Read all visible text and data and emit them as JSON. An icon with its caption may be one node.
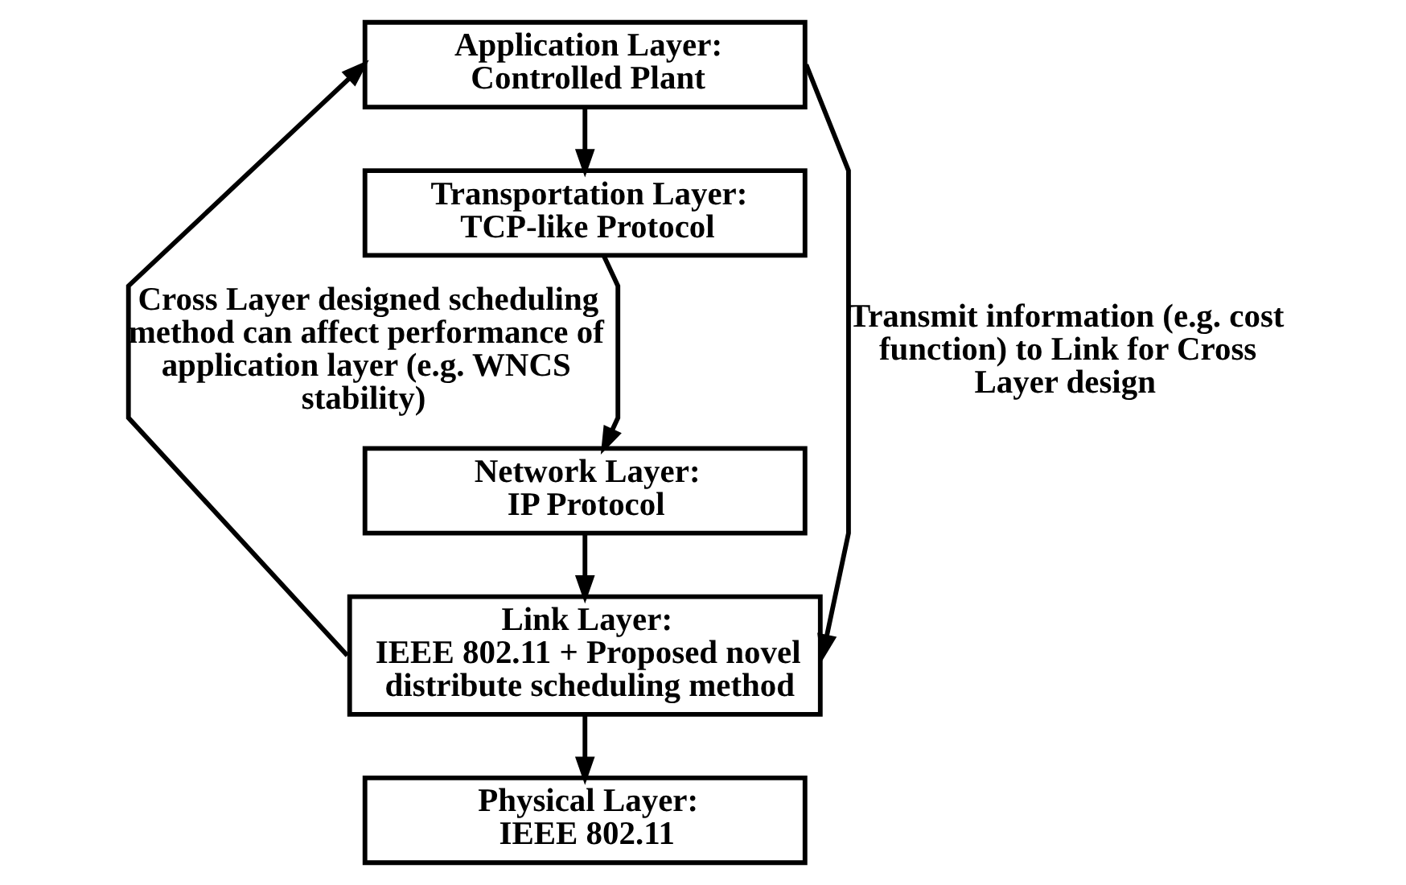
{
  "diagram": {
    "nodes": [
      {
        "text": [
          "Application Layer:",
          "Controlled Plant"
        ]
      },
      {
        "text": [
          "Transportation Layer:",
          "TCP-like Protocol"
        ]
      },
      {
        "text": [
          "Network Layer:",
          "IP Protocol"
        ]
      },
      {
        "text": [
          "Link Layer:",
          "IEEE 802.11 + Proposed novel distribute scheduling method"
        ]
      },
      {
        "text": [
          "Physical Layer:",
          "IEEE 802.11"
        ]
      }
    ],
    "edges": [
      {
        "from": 0,
        "to": 1,
        "arrow": "to"
      },
      {
        "from": 1,
        "to": 2,
        "arrow": "to"
      },
      {
        "from": 2,
        "to": 3,
        "arrow": "to"
      },
      {
        "from": 3,
        "to": 4,
        "arrow": "to"
      },
      {
        "from": 3,
        "to": 0,
        "arrow": "to",
        "label": "Cross Layer designed scheduling method can affect performance of application layer (e.g. WNCS stability)"
      },
      {
        "from": 0,
        "to": 3,
        "arrow": "to",
        "label": "Transmit information (e.g. cost function) to Link for Cross Layer design"
      }
    ]
  }
}
